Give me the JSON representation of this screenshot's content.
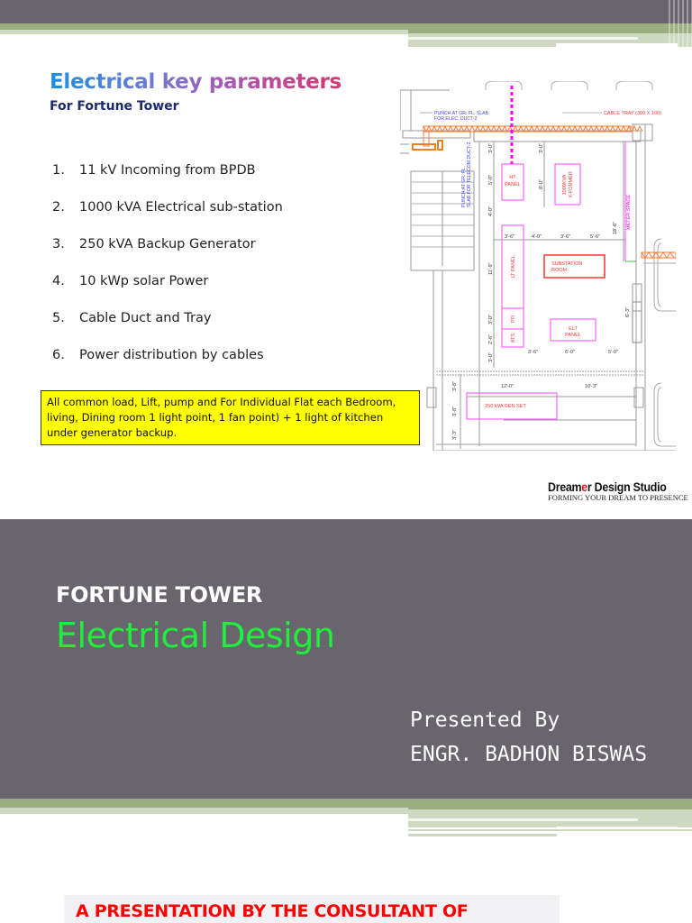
{
  "slide1": {
    "title": "Electrical key parameters",
    "subtitle": "For Fortune Tower",
    "parameters": [
      {
        "num": "1.",
        "text": "11 kV Incoming from BPDB"
      },
      {
        "num": "2.",
        "text": "1000 kVA Electrical sub-station"
      },
      {
        "num": "3.",
        "text": "250 kVA Backup Generator"
      },
      {
        "num": "4.",
        "text": "10 kWp solar Power"
      },
      {
        "num": "5.",
        "text": "Cable Duct and Tray"
      },
      {
        "num": "6.",
        "text": "Power distribution by cables"
      }
    ],
    "note": "All common load, Lift, pump and For Individual Flat each Bedroom, living, Dining room 1 light point, 1 fan point) + 1 light of kitchen under generator backup.",
    "plan": {
      "punch_elec": [
        "PUNCH AT GR. FL. SLAB",
        "FOR ELEC. DUCT-2"
      ],
      "punch_telecom": [
        "PUNCH AT GR. FL.",
        "SLAB FOR TELECOM DUCT-2"
      ],
      "cable_tray": "CABLE TRAY (300 X 100)",
      "ht_panel": [
        "HT",
        "PANEL"
      ],
      "xformer": [
        "1000KVA",
        "X-FORMER"
      ],
      "meter_space": "METER SPACE",
      "lt_panel": "LT PANEL",
      "pfi": "PFI",
      "ats": "ATS",
      "substation": [
        "SUBSTATION",
        "ROOM"
      ],
      "elt_panel": [
        "ELT",
        "PANEL"
      ],
      "gen_set": "250 kVA GEN SET",
      "dims": {
        "d_3_0": "3'-0\"",
        "d_5_0": "5'-0\"",
        "d_4_0": "4'-0\"",
        "d_8_0": "8'-0\"",
        "d_3_6": "3'-6\"",
        "d_5_6": "5'-6\"",
        "d_18_6": "18'-6\"",
        "d_11_9": "11'-9\"",
        "d_2_6": "2'-6\"",
        "d_6_3": "6'-3\"",
        "d_6_0": "6'-0\"",
        "d_12_0": "12'-0\"",
        "d_10_3": "10'-3\"",
        "d_3_8": "3'-8\"",
        "d_3_3": "3'-3\""
      }
    },
    "logo": {
      "name_a": "Dream",
      "name_red": "e",
      "name_b": "r Design Studio",
      "tagline": "FORMING YOUR DREAM TO PRESENCE"
    }
  },
  "slide2": {
    "heading": "FORTUNE TOWER",
    "title": "Electrical Design",
    "presented_by": "Presented By",
    "presenter": "ENGR. BADHON BISWAS"
  },
  "slide3": {
    "heading": "A PRESENTATION BY THE CONSULTANT OF"
  },
  "colors": {
    "banner_gray": "#69656e",
    "accent_green_bar": "#9cae80",
    "title_green": "#1fef3a",
    "note_yellow": "#ffff00",
    "heading_red": "#ff0000",
    "plan_magenta": "#ff33ff",
    "plan_red": "#ff3333"
  }
}
